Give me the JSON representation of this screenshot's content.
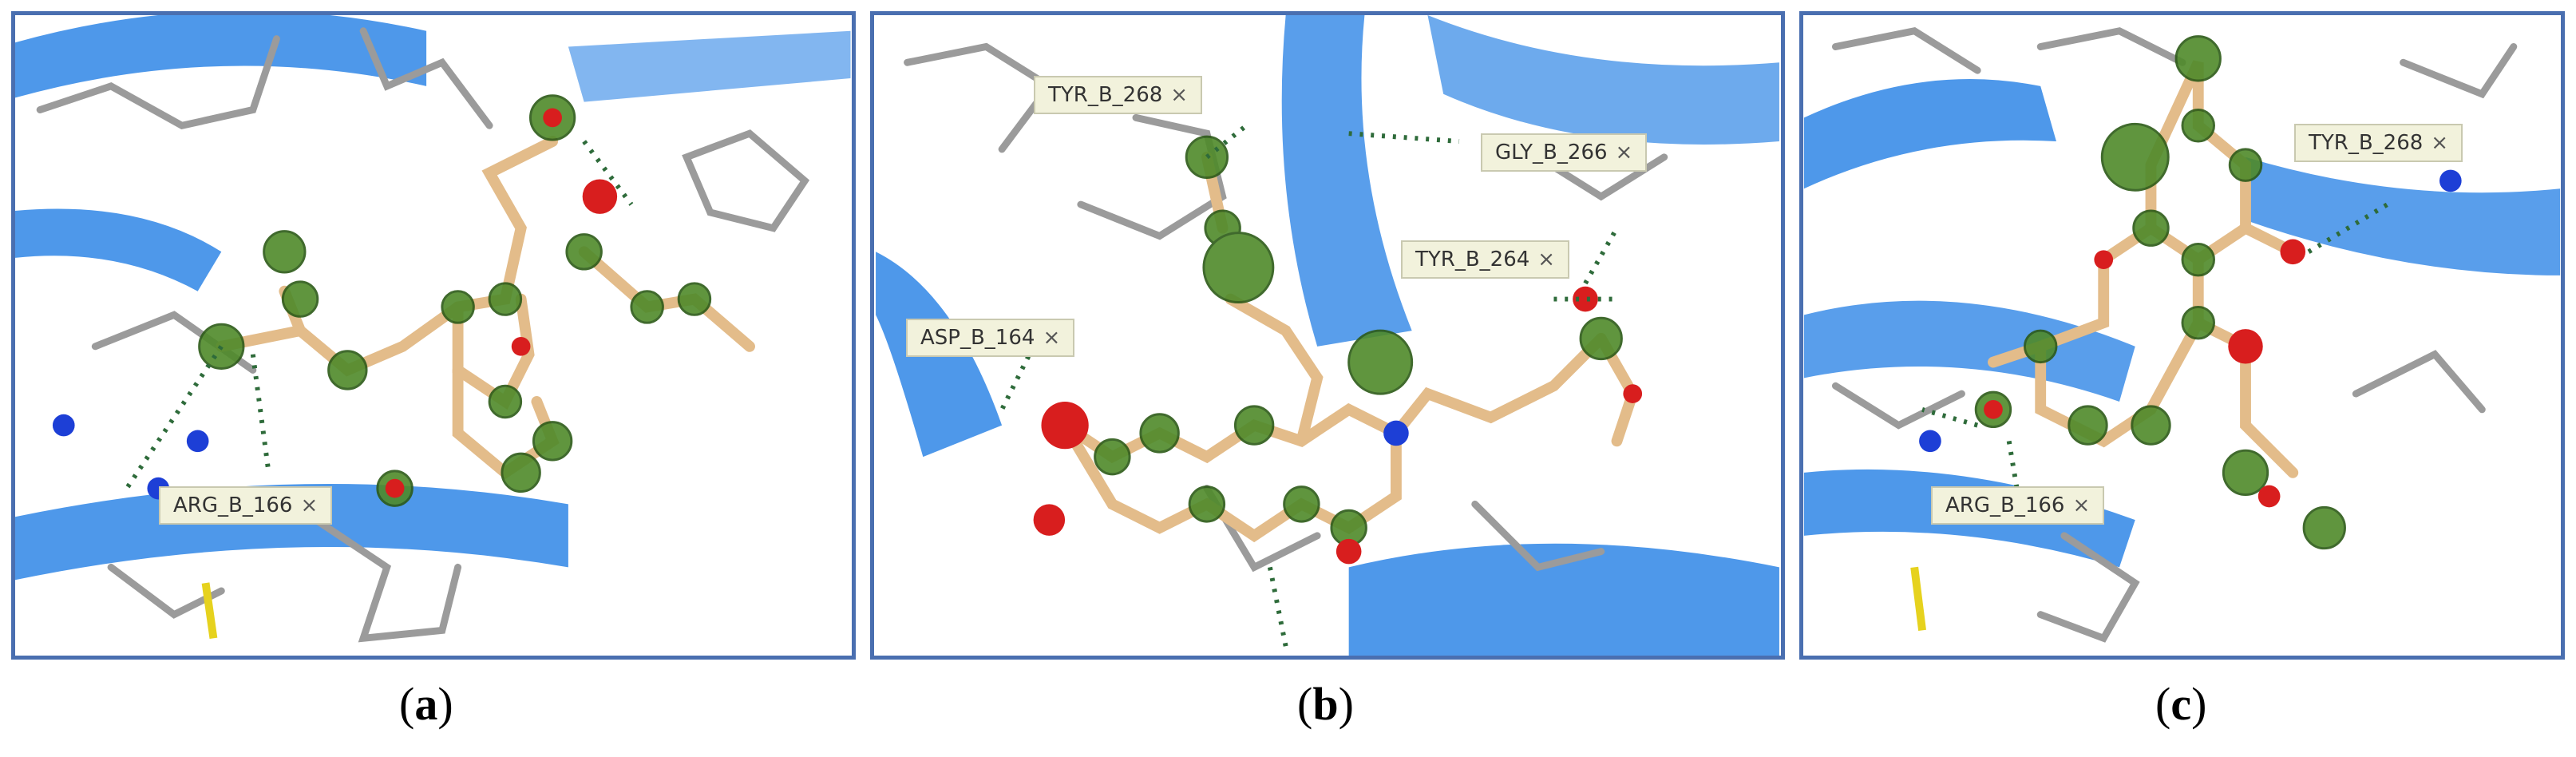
{
  "panels": [
    {
      "caption_open": "(",
      "caption_letter": "a",
      "caption_close": ")",
      "labels": [
        "ARG_B_166"
      ]
    },
    {
      "caption_open": "(",
      "caption_letter": "b",
      "caption_close": ")",
      "labels": [
        "TYR_B_268",
        "GLY_B_266",
        "TYR_B_264",
        "ASP_B_164"
      ]
    },
    {
      "caption_open": "(",
      "caption_letter": "c",
      "caption_close": ")",
      "labels": [
        "TYR_B_268",
        "ARG_B_166"
      ]
    }
  ],
  "close_symbol": "×",
  "colors": {
    "border": "#4a6fb0",
    "ribbon": "#2f86e6",
    "carbon_tan": "#e8c79a",
    "pharmacophore_green": "#4f8a2a",
    "oxygen_red": "#d81e1e",
    "nitrogen_blue": "#1d3fd6",
    "hbond_dots": "#2e6b3a"
  }
}
